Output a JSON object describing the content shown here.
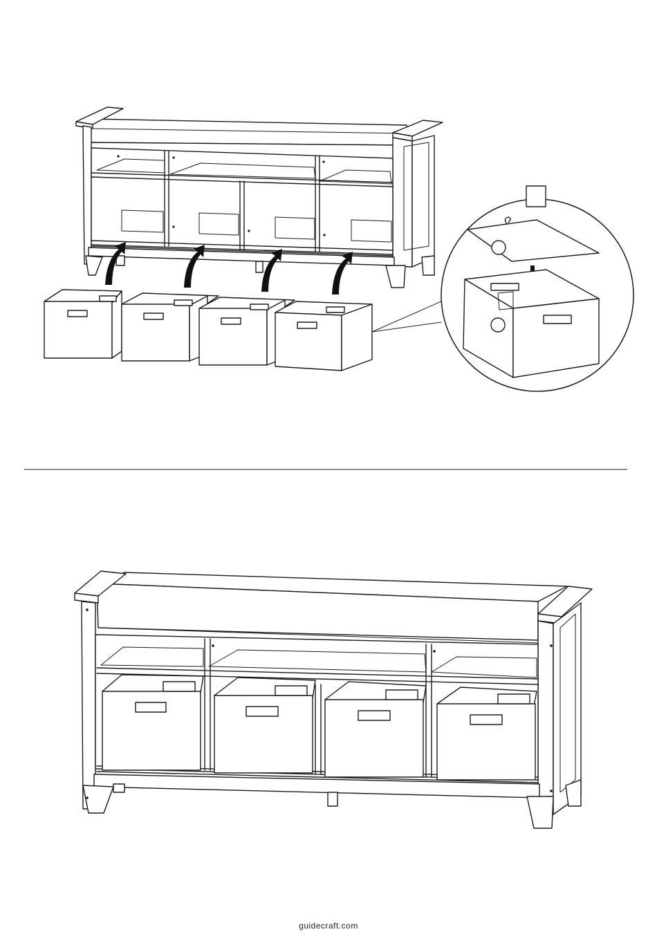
{
  "footer": {
    "site": "guidecraft.com"
  },
  "icons": {
    "insert_arrow": "curved-up-arrow-icon",
    "fold_arrow": "down-arrow-icon",
    "step_box": "empty-step-label-box",
    "callout_marker": "circle-marker"
  },
  "steps": [
    {
      "name": "insert-bins-into-bench",
      "bin_count": 4
    },
    {
      "name": "assembled-bench-with-bins",
      "bin_count": 4
    }
  ]
}
